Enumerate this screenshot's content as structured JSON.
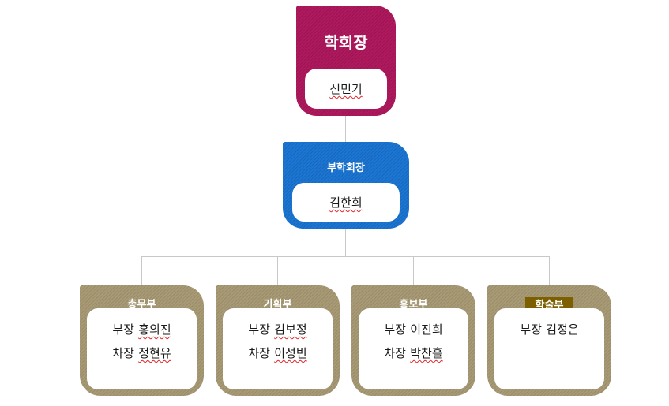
{
  "palette": {
    "magenta": "#B0195E",
    "blue": "#1B76D4",
    "tan": "#A89A75",
    "highlight": "#7D5F00",
    "connector": "#C8C8C8",
    "misspell": "#E0242A"
  },
  "org": {
    "president": {
      "title": "학회장",
      "name": "신민기"
    },
    "vice_president": {
      "title": "부학회장",
      "name": "김한희"
    },
    "departments": [
      {
        "title": "총무부",
        "members": [
          {
            "role": "부장",
            "name": "홍의진"
          },
          {
            "role": "차장",
            "name": "정현유"
          }
        ]
      },
      {
        "title": "기획부",
        "members": [
          {
            "role": "부장",
            "name": "김보정"
          },
          {
            "role": "차장",
            "name": "이성빈"
          }
        ]
      },
      {
        "title": "홍보부",
        "members": [
          {
            "role": "부장",
            "name": "이진희"
          },
          {
            "role": "차장",
            "name": "박찬흘"
          }
        ]
      },
      {
        "title": "학술부",
        "members": [
          {
            "role": "부장",
            "name": "김정은"
          }
        ]
      }
    ]
  }
}
